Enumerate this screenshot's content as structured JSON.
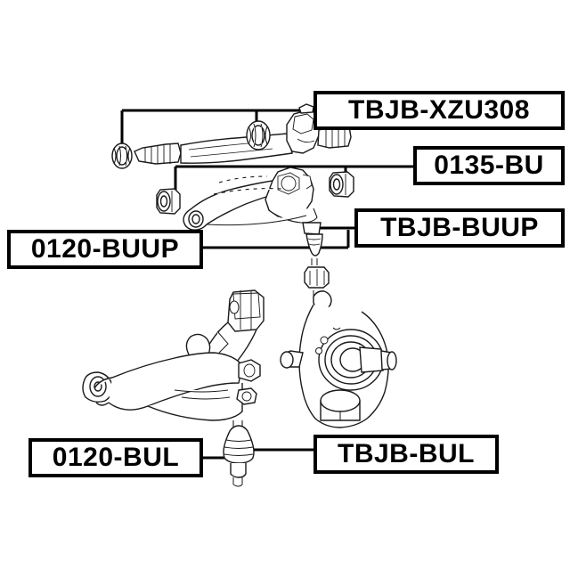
{
  "diagram": {
    "title": "Front Suspension Ball Joint And Boot Parts Diagram",
    "type": "exploded-parts-illustration",
    "background_color": "#ffffff",
    "line_color": "#000000",
    "callout_border_color": "#000000",
    "callout_fill_color": "#ffffff"
  },
  "callouts": [
    {
      "id": "tbjb-xzu308",
      "label": "TBJB-XZU308",
      "position": "top-right",
      "points_to": "tie-rod-end-boot-and-bushings"
    },
    {
      "id": "0135-bu",
      "label": "0135-BU",
      "position": "upper-right",
      "points_to": "upper-control-arm-bushings"
    },
    {
      "id": "tbjb-buup",
      "label": "TBJB-BUUP",
      "position": "middle-right",
      "points_to": "upper-ball-joint-boot"
    },
    {
      "id": "0120-buup",
      "label": "0120-BUUP",
      "position": "middle-left",
      "points_to": "upper-ball-joint"
    },
    {
      "id": "0120-bul",
      "label": "0120-BUL",
      "position": "bottom-left",
      "points_to": "lower-ball-joint"
    },
    {
      "id": "tbjb-bul",
      "label": "TBJB-BUL",
      "position": "bottom-right",
      "points_to": "lower-ball-joint-boot"
    }
  ],
  "components": [
    {
      "id": "tie-rod-assembly",
      "name": "Tie Rod / Stabilizer Link Assembly",
      "location": "top-center"
    },
    {
      "id": "bushing-left-top",
      "name": "Bushing",
      "location": "top-left"
    },
    {
      "id": "bushing-right-top",
      "name": "Bushing",
      "location": "top-right-of-tie-rod"
    },
    {
      "id": "upper-control-arm",
      "name": "Upper Control Arm",
      "location": "upper-center"
    },
    {
      "id": "bushing-upper-left",
      "name": "Upper Arm Bushing",
      "location": "upper-left"
    },
    {
      "id": "bushing-upper-right",
      "name": "Upper Arm Bushing",
      "location": "upper-right"
    },
    {
      "id": "upper-ball-joint",
      "name": "Upper Ball Joint",
      "location": "upper-center-lower-edge"
    },
    {
      "id": "upper-ball-joint-boot",
      "name": "Upper Ball Joint Boot",
      "location": "below-upper-ball-joint"
    },
    {
      "id": "steering-knuckle",
      "name": "Steering Knuckle With Hub",
      "location": "center-right"
    },
    {
      "id": "lower-control-arm",
      "name": "Lower Control Arm",
      "location": "lower-left"
    },
    {
      "id": "lower-ball-joint-boot",
      "name": "Lower Ball Joint Boot",
      "location": "bottom-center"
    }
  ]
}
